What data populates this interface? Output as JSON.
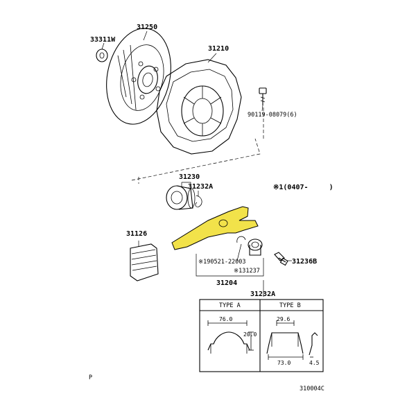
{
  "parts": {
    "p33311w": "33311W",
    "p31250": "31250",
    "p31210": "31210",
    "p90119": "90119-08079(6)",
    "p31230": "31230",
    "p31232a": "31232A",
    "note": "※1(0407-     )",
    "p31126": "31126",
    "p90521": "※190521-22003",
    "p131237": "※131237",
    "p31236b": "31236B",
    "p31204": "31204",
    "p31232a_detail": "31232A"
  },
  "detail": {
    "type_a": "TYPE A",
    "type_b": "TYPE B",
    "dim_76": "76.0",
    "dim_20": "20.0",
    "dim_29_6": "29.6",
    "dim_73": "73.0",
    "dim_4_5": "4.5"
  },
  "footer": {
    "left": "P",
    "code": "310004C"
  },
  "colors": {
    "highlight": "#f2e24a",
    "line": "#000000"
  }
}
